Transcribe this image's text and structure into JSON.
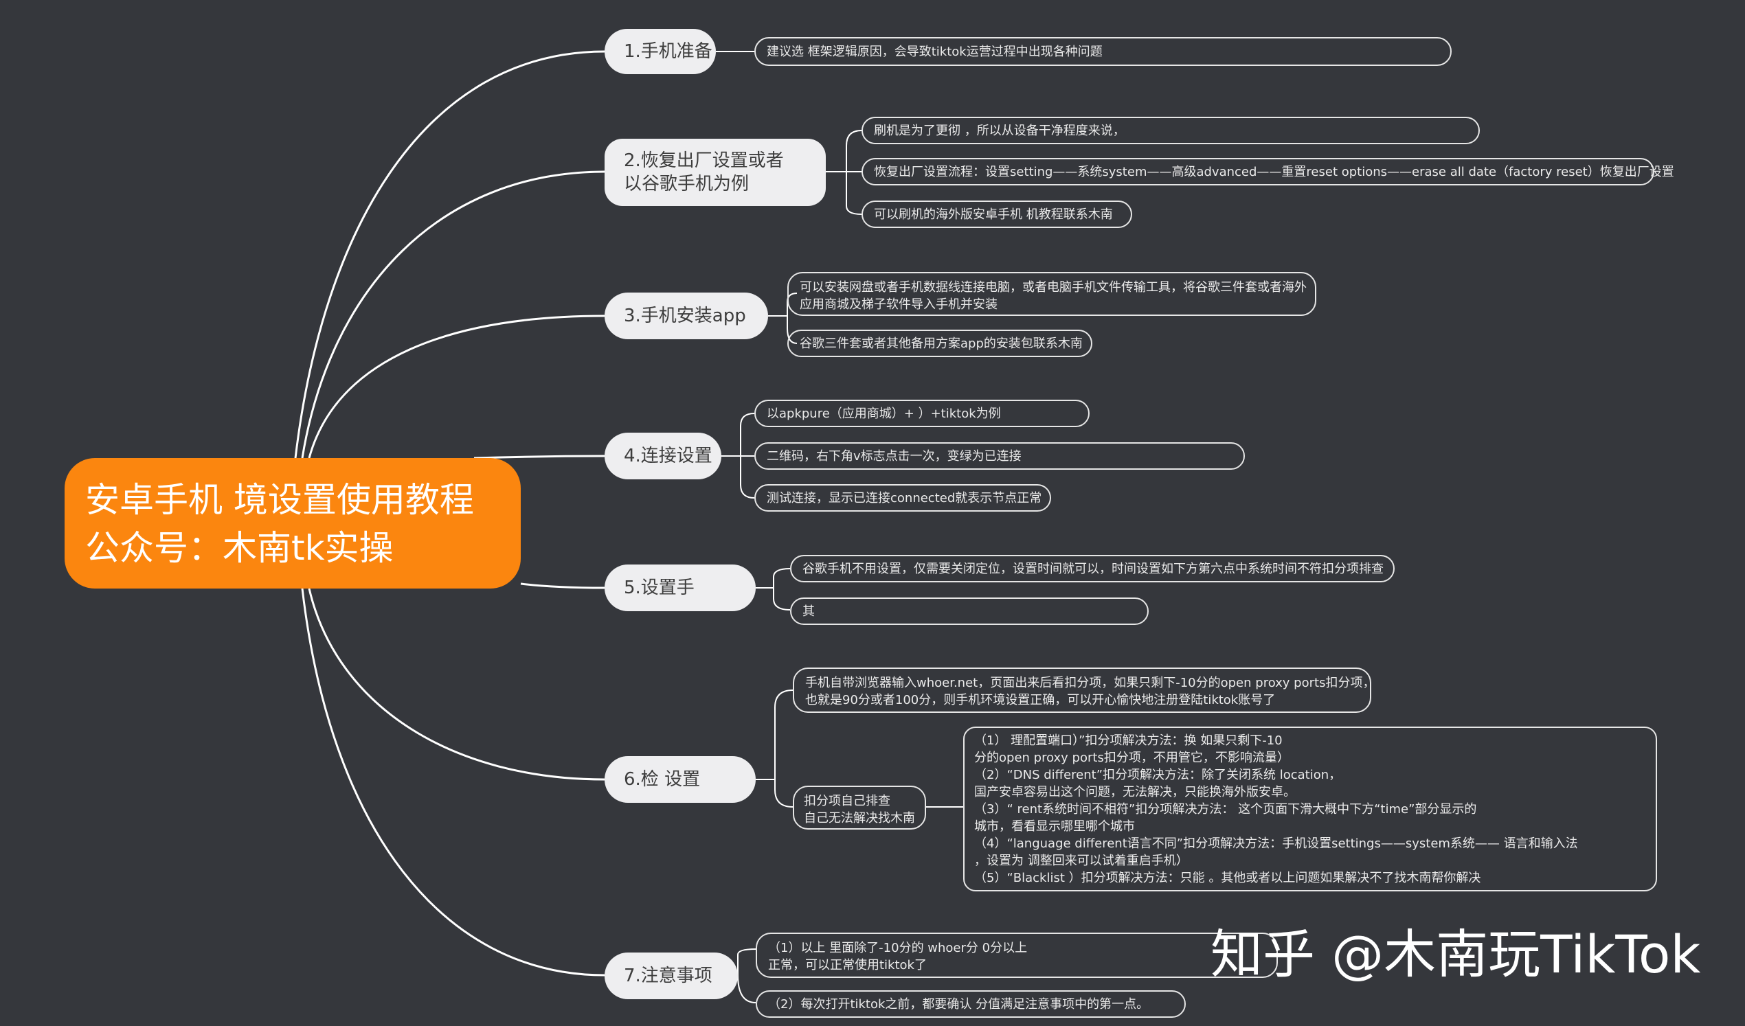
{
  "root": {
    "title_line1": "安卓手机 境设置使用教程",
    "title_line2": "公众号：木南tk实操"
  },
  "topics": [
    {
      "label": "1.手机准备"
    },
    {
      "label": "2.恢复出厂设置或者",
      "label2": "以谷歌手机为例"
    },
    {
      "label": "3.手机安装app"
    },
    {
      "label": "4.连接设置"
    },
    {
      "label": "5.设置手"
    },
    {
      "label": "6.检 设置"
    },
    {
      "label": "7.注意事项"
    }
  ],
  "leaves": {
    "t1_a": "建议选         框架逻辑原因，会导致tiktok运营过程中出现各种问题",
    "t2_a": "刷机是为了更彻      ，所以从设备干净程度来说，",
    "t2_b": "恢复出厂设置流程：设置setting——系统system——高级advanced——重置reset options——erase all date（factory reset）恢复出厂设置",
    "t2_c": "可以刷机的海外版安卓手机  机教程联系木南",
    "t3_a_1": "可以安装网盘或者手机数据线连接电脑，或者电脑手机文件传输工具，将谷歌三件套或者海外",
    "t3_a_2": "应用商城及梯子软件导入手机并安装",
    "t3_b": "谷歌三件套或者其他备用方案app的安装包联系木南",
    "t4_a": "以apkpure（应用商城）+          ）+tiktok为例",
    "t4_b": "         二维码，右下角v标志点击一次，变绿为已连接",
    "t4_c": "测试连接，显示已连接connected就表示节点正常",
    "t5_a": "谷歌手机不用设置，仅需要关闭定位，设置时间就可以，时间设置如下方第六点中系统时间不符扣分项排查",
    "t5_b": "其",
    "t6_a_1": "手机自带浏览器输入whoer.net，页面出来后看扣分项，如果只剩下-10分的open proxy ports扣分项，",
    "t6_a_2": "也就是90分或者100分，则手机环境设置正确，可以开心愉快地注册登陆tiktok账号了",
    "t6_b_1": "扣分项自己排查",
    "t6_b_2": "自己无法解决找木南",
    "t6_c_1": "（1）         理配置端口）”扣分项解决方法：换    如果只剩下-10",
    "t6_c_2": "分的open proxy ports扣分项，不用管它，不影响流量）",
    "t6_c_3": "（2）“DNS different”扣分项解决方法：除了关闭系统          location，",
    "t6_c_4": "国产安卓容易出这个问题，无法解决，只能换海外版安卓。",
    "t6_c_5": "（3）“       rent系统时间不相符”扣分项解决方法：     这个页面下滑大概中下方“time”部分显示的",
    "t6_c_6": "城市，看看显示哪里哪个城市",
    "t6_c_7": "（4）“language different语言不同”扣分项解决方法：手机设置settings——system系统——        语言和输入法",
    "t6_c_8": "，设置为                  调整回来可以试着重启手机）",
    "t6_c_9": "（5）“Blacklist    ）扣分项解决方法：只能         。其他或者以上问题如果解决不了找木南帮你解决",
    "t7_a_1": "（1）以上      里面除了-10分的                       whoer分      0分以上          ",
    "t7_a_2": "正常，可以正常使用tiktok了",
    "t7_b": "（2）每次打开tiktok之前，都要确认      分值满足注意事项中的第一点。"
  },
  "watermark": "知乎 @木南玩TikTok",
  "colors": {
    "background": "#35373c",
    "root": "#fb860f",
    "topic": "#eeeef0",
    "line": "#ffffff"
  }
}
